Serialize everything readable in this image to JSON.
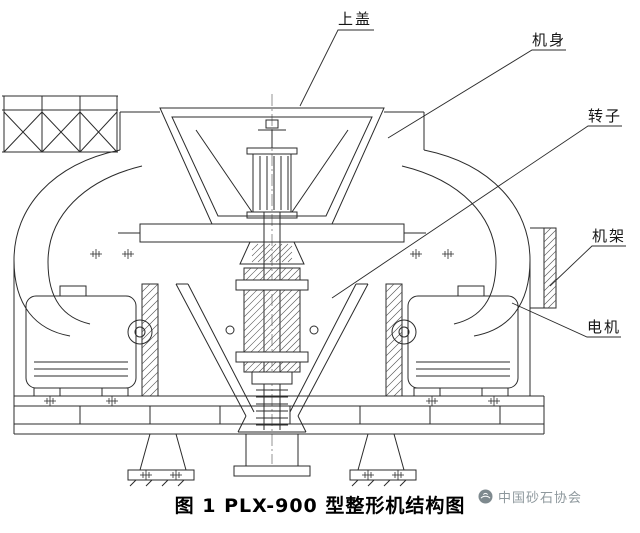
{
  "figure": {
    "caption": "图 1 PLX-900 型整形机结构图",
    "part_labels": [
      {
        "id": "top-cover",
        "text": "上盖"
      },
      {
        "id": "machine-body",
        "text": "机身"
      },
      {
        "id": "rotor",
        "text": "转子"
      },
      {
        "id": "frame",
        "text": "机架"
      },
      {
        "id": "motor",
        "text": "电机"
      }
    ],
    "watermark": {
      "icon": "association-logo",
      "text": "中国砂石协会"
    },
    "colors": {
      "line": "#2b2b2b",
      "hatch": "#555555",
      "watermark_text": "#8e989d",
      "background": "#ffffff"
    }
  }
}
